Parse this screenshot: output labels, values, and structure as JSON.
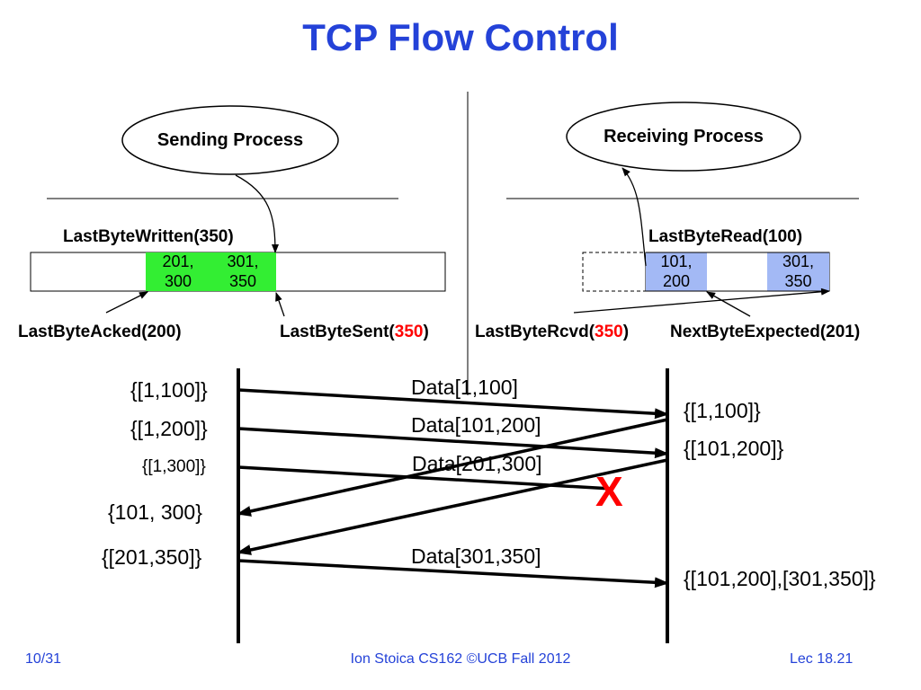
{
  "title": "TCP Flow Control",
  "sender": {
    "process": "Sending Process",
    "last_byte_written": "LastByteWritten(350)",
    "buffer_cells": [
      {
        "top": "201,",
        "bottom": "300"
      },
      {
        "top": "301,",
        "bottom": "350"
      }
    ],
    "last_byte_acked": "LastByteAcked(200)",
    "last_byte_sent_prefix": "LastByteSent(",
    "last_byte_sent_value": "350",
    "last_byte_sent_suffix": ")"
  },
  "receiver": {
    "process": "Receiving Process",
    "last_byte_read": "LastByteRead(100)",
    "buffer_cells": [
      {
        "top": "101,",
        "bottom": "200"
      },
      {
        "top": "301,",
        "bottom": "350"
      }
    ],
    "last_byte_rcvd_prefix": "LastByteRcvd(",
    "last_byte_rcvd_value": "350",
    "last_byte_rcvd_suffix": ")",
    "next_byte_expected": "NextByteExpected(201)"
  },
  "timeline": {
    "sender_sets": [
      "{[1,100]}",
      "{[1,200]}",
      "{[1,300]}",
      "{101, 300}",
      "{[201,350]}"
    ],
    "messages": [
      "Data[1,100]",
      "Data[101,200]",
      "Data[201,300]",
      "Data[301,350]"
    ],
    "receiver_sets": [
      "{[1,100]}",
      "{[101,200]}",
      "{[101,200],[301,350]}"
    ],
    "lost_marker": "X"
  },
  "footer": {
    "page": "10/31",
    "center": "Ion Stoica CS162 ©UCB Fall 2012",
    "lecture": "Lec 18.21"
  },
  "colors": {
    "title": "#2442d8",
    "sender_buffer": "#33ee33",
    "receiver_buffer": "#a3b9f5",
    "highlight": "#ff0000"
  }
}
